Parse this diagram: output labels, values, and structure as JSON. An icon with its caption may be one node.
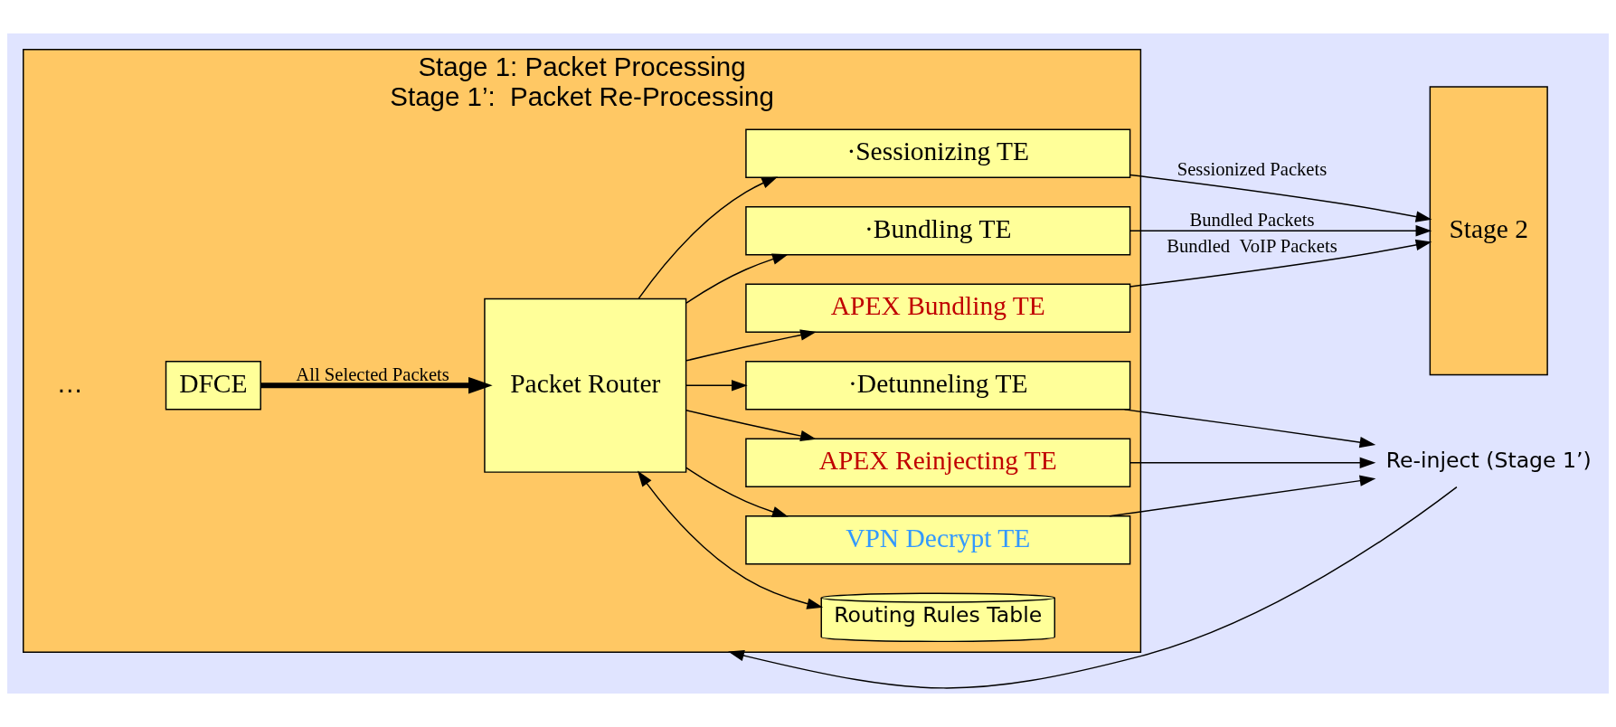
{
  "diagram": {
    "nodes": [
      {
        "text": [
          "Stage 1: Packet Processing",
          "Stage 1’:  Packet Re-Processing"
        ]
      },
      {
        "text": [
          "Stage 2"
        ]
      },
      {
        "text": [
          "DFCE"
        ],
        "in": 0
      },
      {
        "text": [
          "Packet Router"
        ],
        "in": 0
      },
      {
        "text": [
          "Routing Rules Table"
        ],
        "in": 0
      },
      {
        "text": [
          "·Sessionizing TE"
        ],
        "in": 0
      },
      {
        "text": [
          "·Bundling TE"
        ],
        "in": 0
      },
      {
        "text": [
          "APEX Bundling TE"
        ],
        "in": 0
      },
      {
        "text": [
          "·Detunneling TE"
        ],
        "in": 0
      },
      {
        "text": [
          "APEX Reinjecting TE"
        ],
        "in": 0
      },
      {
        "text": [
          "VPN Decrypt TE"
        ],
        "in": 0
      },
      {
        "text": [
          "Re-inject (Stage 1’)"
        ]
      }
    ],
    "edges": [
      {
        "from": 2,
        "to": 3,
        "arrow": "to",
        "label": "All Selected Packets",
        "style": "thick"
      },
      {
        "from": 3,
        "to": 4,
        "arrow": "both"
      },
      {
        "from": 3,
        "to": 5,
        "arrow": "to"
      },
      {
        "from": 3,
        "to": 6,
        "arrow": "to"
      },
      {
        "from": 3,
        "to": 7,
        "arrow": "to"
      },
      {
        "from": 3,
        "to": 8,
        "arrow": "to"
      },
      {
        "from": 3,
        "to": 9,
        "arrow": "to"
      },
      {
        "from": 3,
        "to": 10,
        "arrow": "to"
      },
      {
        "from": 5,
        "to": 1,
        "arrow": "to",
        "label": "Sessionized Packets"
      },
      {
        "from": 6,
        "to": 1,
        "arrow": "to",
        "label": "Bundled Packets"
      },
      {
        "from": 7,
        "to": 1,
        "arrow": "to",
        "label": "Bundled  VoIP Packets"
      },
      {
        "from": 8,
        "to": 11,
        "arrow": "to"
      },
      {
        "from": 9,
        "to": 11,
        "arrow": "to"
      },
      {
        "from": 10,
        "to": 11,
        "arrow": "to"
      },
      {
        "from": 11,
        "to": 0,
        "arrow": "to"
      }
    ],
    "labels": [
      "…"
    ]
  }
}
